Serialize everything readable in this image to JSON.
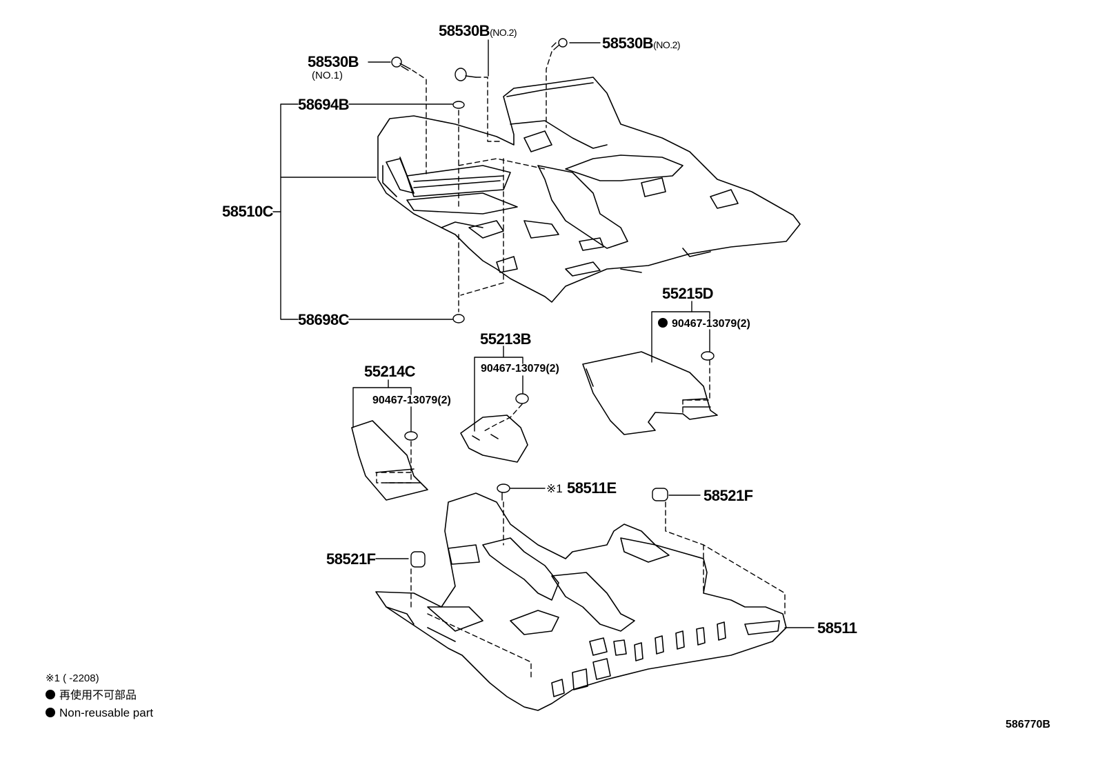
{
  "colors": {
    "line": "#000000",
    "background": "#ffffff"
  },
  "labels": {
    "p58530B_top": "58530B",
    "p58530B_top_suffix": "(NO.2)",
    "p58530B_left": "58530B",
    "p58530B_left_sub": "(NO.1)",
    "p58530B_right": "58530B",
    "p58530B_right_suffix": "(NO.2)",
    "p58694B": "58694B",
    "p58510C": "58510C",
    "p58698C": "58698C",
    "p55215D": "55215D",
    "p55215D_sub": "90467-13079(2)",
    "p55213B": "55213B",
    "p55213B_sub": "90467-13079(2)",
    "p55214C": "55214C",
    "p55214C_sub": "90467-13079(2)",
    "p58511E_mark": "※1",
    "p58511E": "58511E",
    "p58521F_right": "58521F",
    "p58521F_left": "58521F",
    "p58511": "58511"
  },
  "legend": {
    "note1": "※1 (     -2208)",
    "nonreusable_jp": "再使用不可部品",
    "nonreusable_en": "Non-reusable part"
  },
  "diagram_id": "586770B"
}
